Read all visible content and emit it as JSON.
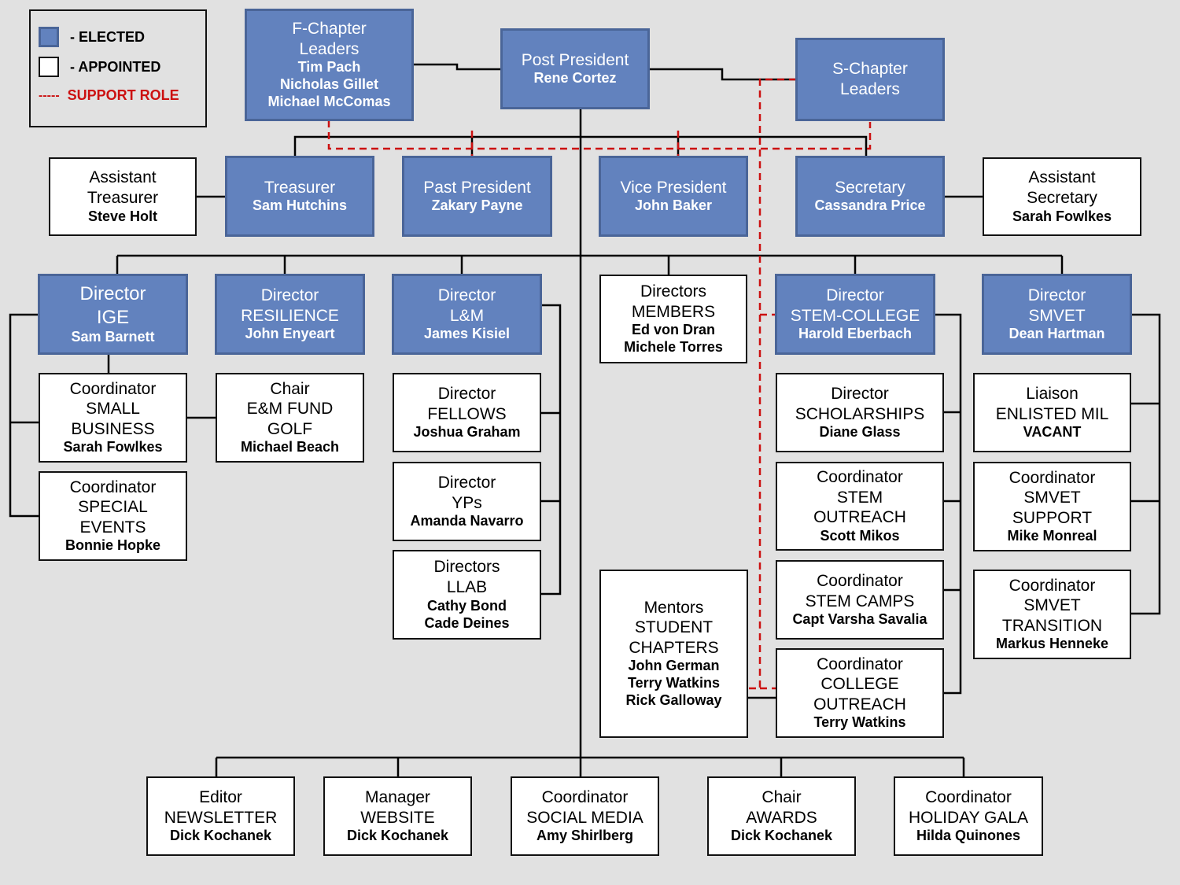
{
  "legend": {
    "elected_label": "- ELECTED",
    "appointed_label": "- APPOINTED",
    "support_glyph": "-----",
    "support_label": "SUPPORT ROLE",
    "colors": {
      "elected_fill": "#6282be",
      "elected_border": "#4a6598",
      "appointed_fill": "#ffffff",
      "support_line": "#cc1111"
    }
  },
  "nodes": {
    "fchapter": {
      "type": "elected",
      "lines": [
        "F-Chapter",
        "Leaders"
      ],
      "names": [
        "Tim Pach",
        "Nicholas Gillet",
        "Michael McComas"
      ]
    },
    "postpres": {
      "type": "elected",
      "lines": [
        "Post President"
      ],
      "names": [
        "Rene Cortez"
      ]
    },
    "schapter": {
      "type": "elected",
      "lines": [
        "S-Chapter",
        "Leaders"
      ],
      "names": []
    },
    "asttreas": {
      "type": "appointed",
      "lines": [
        "Assistant",
        "Treasurer"
      ],
      "names": [
        "Steve Holt"
      ]
    },
    "treasurer": {
      "type": "elected",
      "lines": [
        "Treasurer"
      ],
      "names": [
        "Sam Hutchins"
      ]
    },
    "pastpres": {
      "type": "elected",
      "lines": [
        "Past  President"
      ],
      "names": [
        "Zakary Payne"
      ]
    },
    "vicepres": {
      "type": "elected",
      "lines": [
        "Vice  President"
      ],
      "names": [
        "John Baker"
      ]
    },
    "secretary": {
      "type": "elected",
      "lines": [
        "Secretary"
      ],
      "names": [
        "Cassandra Price"
      ]
    },
    "astsec": {
      "type": "appointed",
      "lines": [
        "Assistant",
        "Secretary"
      ],
      "names": [
        "Sarah Fowlkes"
      ]
    },
    "ige": {
      "type": "elected",
      "lines": [
        "Director",
        "IGE"
      ],
      "names": [
        "Sam Barnett"
      ]
    },
    "resilience": {
      "type": "elected",
      "lines": [
        "Director",
        "RESILIENCE"
      ],
      "names": [
        "John Enyeart"
      ]
    },
    "lm": {
      "type": "elected",
      "lines": [
        "Director",
        "L&M"
      ],
      "names": [
        "James Kisiel"
      ]
    },
    "members": {
      "type": "appointed",
      "lines": [
        "Directors",
        "MEMBERS"
      ],
      "names": [
        "Ed von Dran",
        "Michele Torres"
      ]
    },
    "stemcollege": {
      "type": "elected",
      "lines": [
        "Director",
        "STEM-COLLEGE"
      ],
      "names": [
        "Harold Eberbach"
      ]
    },
    "smvet": {
      "type": "elected",
      "lines": [
        "Director",
        "SMVET"
      ],
      "names": [
        "Dean Hartman"
      ]
    },
    "smallbiz": {
      "type": "appointed",
      "lines": [
        "Coordinator",
        "SMALL",
        "BUSINESS"
      ],
      "names": [
        "Sarah Fowlkes"
      ]
    },
    "specialev": {
      "type": "appointed",
      "lines": [
        "Coordinator",
        "SPECIAL",
        "EVENTS"
      ],
      "names": [
        "Bonnie Hopke"
      ]
    },
    "golf": {
      "type": "appointed",
      "lines": [
        "Chair",
        "E&M FUND",
        "GOLF"
      ],
      "names": [
        "Michael Beach"
      ]
    },
    "fellows": {
      "type": "appointed",
      "lines": [
        "Director",
        "FELLOWS"
      ],
      "names": [
        "Joshua Graham"
      ]
    },
    "yps": {
      "type": "appointed",
      "lines": [
        "Director",
        "YPs"
      ],
      "names": [
        "Amanda Navarro"
      ]
    },
    "llab": {
      "type": "appointed",
      "lines": [
        "Directors",
        "LLAB"
      ],
      "names": [
        "Cathy Bond",
        "Cade Deines"
      ]
    },
    "mentors": {
      "type": "appointed",
      "lines": [
        "Mentors",
        "STUDENT",
        "CHAPTERS"
      ],
      "names": [
        "John German",
        "Terry Watkins",
        "Rick Galloway"
      ]
    },
    "scholar": {
      "type": "appointed",
      "lines": [
        "Director",
        "SCHOLARSHIPS"
      ],
      "names": [
        "Diane Glass"
      ]
    },
    "stemout": {
      "type": "appointed",
      "lines": [
        "Coordinator",
        "STEM",
        "OUTREACH"
      ],
      "names": [
        "Scott Mikos"
      ]
    },
    "stemcamps": {
      "type": "appointed",
      "lines": [
        "Coordinator",
        "STEM CAMPS"
      ],
      "names": [
        "Capt Varsha Savalia"
      ]
    },
    "collegeout": {
      "type": "appointed",
      "lines": [
        "Coordinator",
        "COLLEGE",
        "OUTREACH"
      ],
      "names": [
        "Terry Watkins"
      ]
    },
    "liaison": {
      "type": "appointed",
      "lines": [
        "Liaison",
        "ENLISTED MIL"
      ],
      "names": [
        "VACANT"
      ]
    },
    "smvetsup": {
      "type": "appointed",
      "lines": [
        "Coordinator",
        "SMVET",
        "SUPPORT"
      ],
      "names": [
        "Mike Monreal"
      ]
    },
    "smvettrans": {
      "type": "appointed",
      "lines": [
        "Coordinator",
        "SMVET",
        "TRANSITION"
      ],
      "names": [
        "Markus Henneke"
      ]
    },
    "newsletter": {
      "type": "appointed",
      "lines": [
        "Editor",
        "NEWSLETTER"
      ],
      "names": [
        "Dick Kochanek"
      ]
    },
    "website": {
      "type": "appointed",
      "lines": [
        "Manager",
        "WEBSITE"
      ],
      "names": [
        "Dick Kochanek"
      ]
    },
    "social": {
      "type": "appointed",
      "lines": [
        "Coordinator",
        "SOCIAL MEDIA"
      ],
      "names": [
        "Amy Shirlberg"
      ]
    },
    "awards": {
      "type": "appointed",
      "lines": [
        "Chair",
        "AWARDS"
      ],
      "names": [
        "Dick Kochanek"
      ]
    },
    "gala": {
      "type": "appointed",
      "lines": [
        "Coordinator",
        "HOLIDAY GALA"
      ],
      "names": [
        "Hilda Quinones"
      ]
    }
  }
}
